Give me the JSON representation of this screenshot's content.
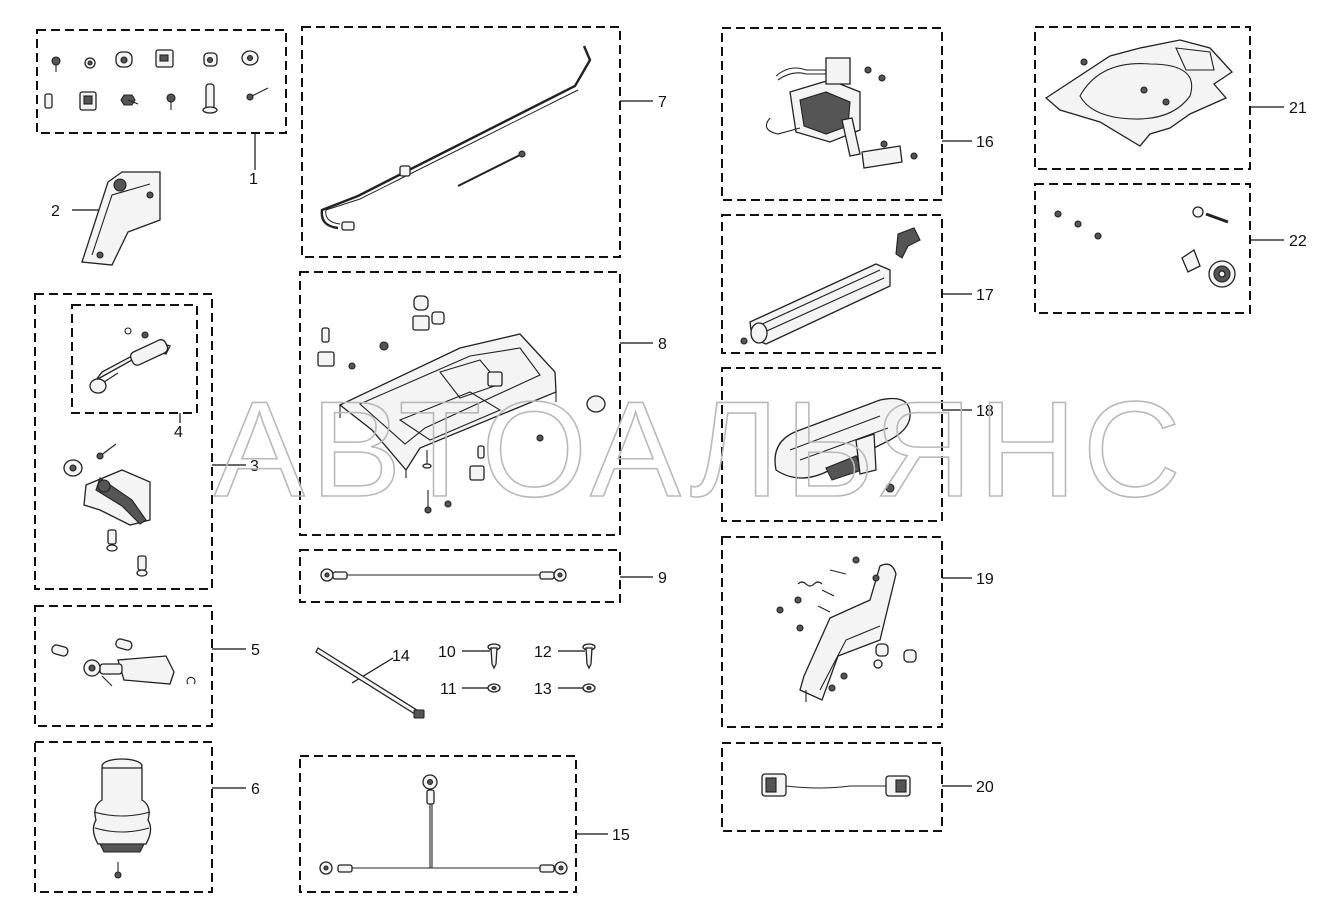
{
  "watermark": "АВТОАЛЬЯНС",
  "callouts": [
    "1",
    "2",
    "3",
    "4",
    "5",
    "6",
    "7",
    "8",
    "9",
    "10",
    "11",
    "12",
    "13",
    "14",
    "15",
    "16",
    "17",
    "18",
    "19",
    "20",
    "21",
    "22"
  ],
  "icons": {
    "box-1": "small-hardware-set",
    "part-2": "bracket",
    "box-3": "height-adjuster-assembly",
    "box-4": "gas-spring-kit",
    "box-5": "damper-kit",
    "box-6": "air-spring",
    "box-7": "rod-and-cable",
    "box-8": "seat-frame",
    "box-9": "ground-cable",
    "part-14": "cable-tie",
    "box-15": "y-ground-cable",
    "box-16": "control-valve",
    "box-17": "slide-rail",
    "box-18": "armrest",
    "box-19": "side-bracket",
    "box-20": "harness-connector",
    "box-21": "seat-plate",
    "box-22": "knob-kit"
  },
  "colors": {
    "line": "#111111",
    "watermark": "#b9b9b9",
    "background": "#ffffff"
  }
}
